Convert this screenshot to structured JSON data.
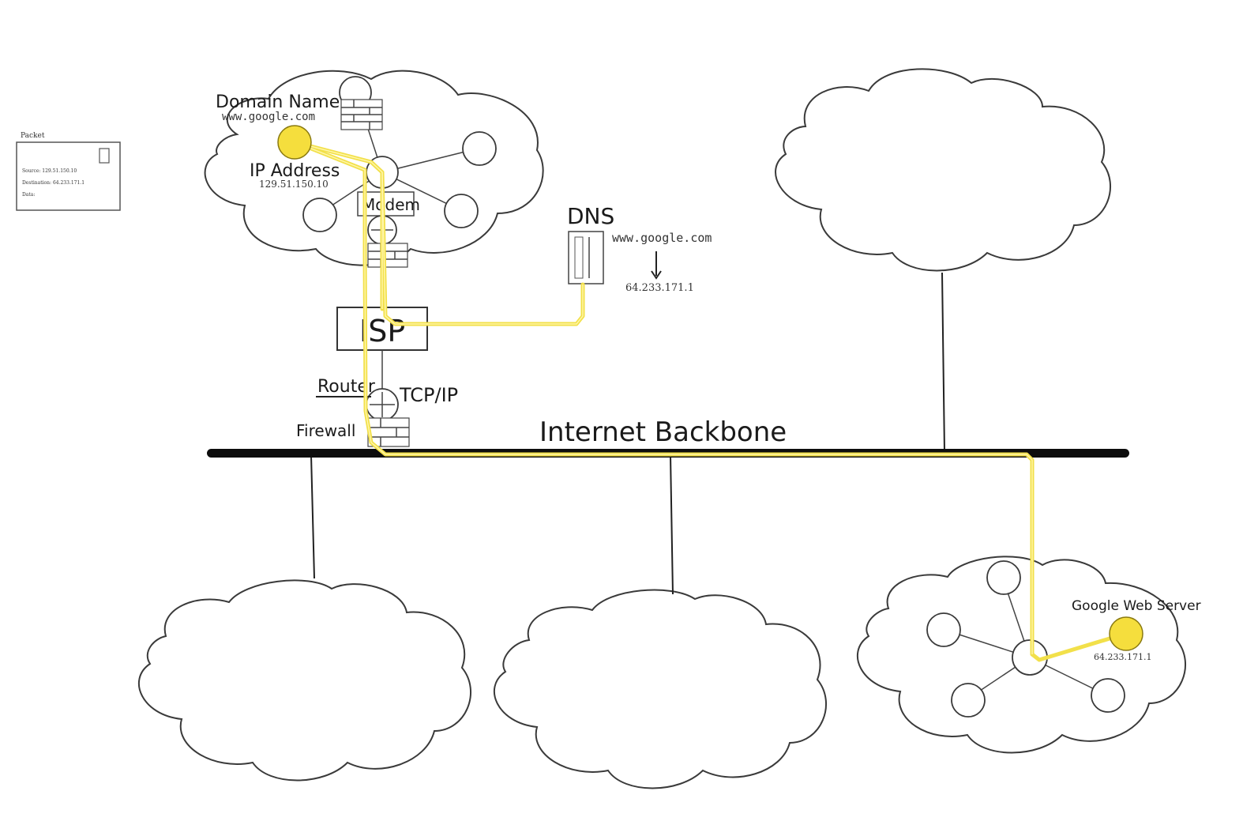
{
  "packet": {
    "title": "Packet",
    "lines": [
      "Source: 129.51.150.10",
      "Destination: 64.233.171.1",
      "Data:"
    ]
  },
  "home_network": {
    "domain_label": "Domain Name",
    "domain_value": "www.google.com",
    "ip_label": "IP Address",
    "ip_value": "129.51.150.10",
    "modem_label": "Modem"
  },
  "dns": {
    "label": "DNS",
    "query": "www.google.com",
    "result": "64.233.171.1"
  },
  "isp": {
    "label": "ISP"
  },
  "gateway": {
    "router_label": "Router",
    "protocol_label": "TCP/IP",
    "firewall_label": "Firewall"
  },
  "backbone": {
    "label": "Internet Backbone"
  },
  "server_network": {
    "server_label": "Google Web Server",
    "server_ip": "64.233.171.1"
  },
  "colors": {
    "highlight": "#f5de3d",
    "path": "#f2e04a",
    "ink": "#1a1a1a"
  }
}
